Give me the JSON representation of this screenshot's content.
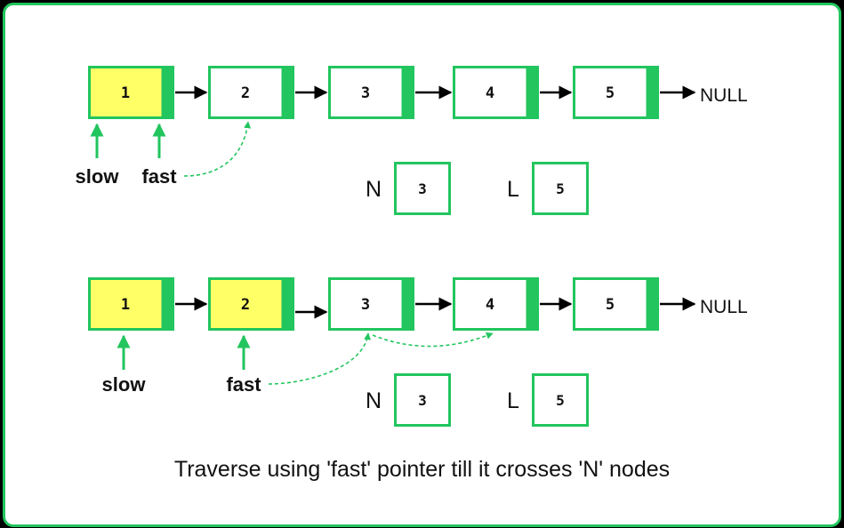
{
  "colors": {
    "border": "#22c55e",
    "node_border": "#22c55e",
    "tail": "#22c55e",
    "highlight": "#ffff66",
    "arrow": "#000000",
    "pointer_arrow": "#22c55e"
  },
  "null_label": "NULL",
  "steps": [
    {
      "nodes": [
        {
          "value": "1",
          "highlighted": true
        },
        {
          "value": "2",
          "highlighted": false
        },
        {
          "value": "3",
          "highlighted": false
        },
        {
          "value": "4",
          "highlighted": false
        },
        {
          "value": "5",
          "highlighted": false
        }
      ],
      "pointers": [
        {
          "label": "slow",
          "node": 0
        },
        {
          "label": "fast",
          "node": 0,
          "moves_to": [
            1
          ]
        }
      ],
      "vars": [
        {
          "label": "N",
          "value": "3"
        },
        {
          "label": "L",
          "value": "5"
        }
      ]
    },
    {
      "nodes": [
        {
          "value": "1",
          "highlighted": true
        },
        {
          "value": "2",
          "highlighted": true
        },
        {
          "value": "3",
          "highlighted": false
        },
        {
          "value": "4",
          "highlighted": false
        },
        {
          "value": "5",
          "highlighted": false
        }
      ],
      "pointers": [
        {
          "label": "slow",
          "node": 0
        },
        {
          "label": "fast",
          "node": 1,
          "moves_to": [
            2,
            3
          ]
        }
      ],
      "vars": [
        {
          "label": "N",
          "value": "3"
        },
        {
          "label": "L",
          "value": "5"
        }
      ]
    }
  ],
  "caption": "Traverse using 'fast' pointer till it crosses 'N' nodes"
}
